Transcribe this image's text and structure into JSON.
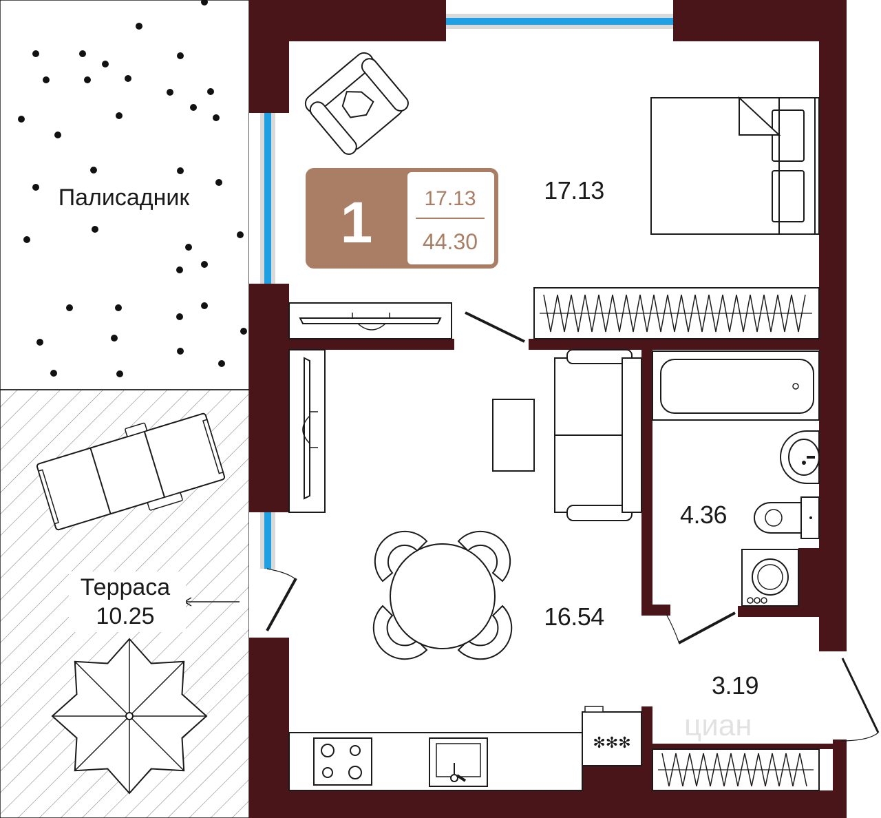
{
  "colors": {
    "wall": "#4a1518",
    "window_frame": "#d9d9d9",
    "window_glass": "#1ea0e3",
    "badge_fill": "#a97e65",
    "badge_text_light": "#ffffff",
    "badge_text_dark": "#a97e65",
    "line": "#1a1a1a"
  },
  "badge": {
    "rooms": "1",
    "living_area": "17.13",
    "total_area": "44.30"
  },
  "rooms": {
    "bedroom_area": "17.13",
    "kitchen_living_area": "16.54",
    "bathroom_area": "4.36",
    "hallway_area": "3.19"
  },
  "outdoor": {
    "garden_label": "Палисадник",
    "terrace_label": "Терраса",
    "terrace_area": "10.25"
  },
  "watermark": "циан",
  "icons": [
    "armchair-icon",
    "bed-icon",
    "wardrobe-icon",
    "tv-icon",
    "sofa-icon",
    "coffee-table-icon",
    "dining-table-icon",
    "bathtub-icon",
    "washbasin-icon",
    "toilet-icon",
    "washing-machine-icon",
    "hob-icon",
    "sink-icon",
    "fridge-icon",
    "sunbed-icon",
    "parasol-icon"
  ]
}
